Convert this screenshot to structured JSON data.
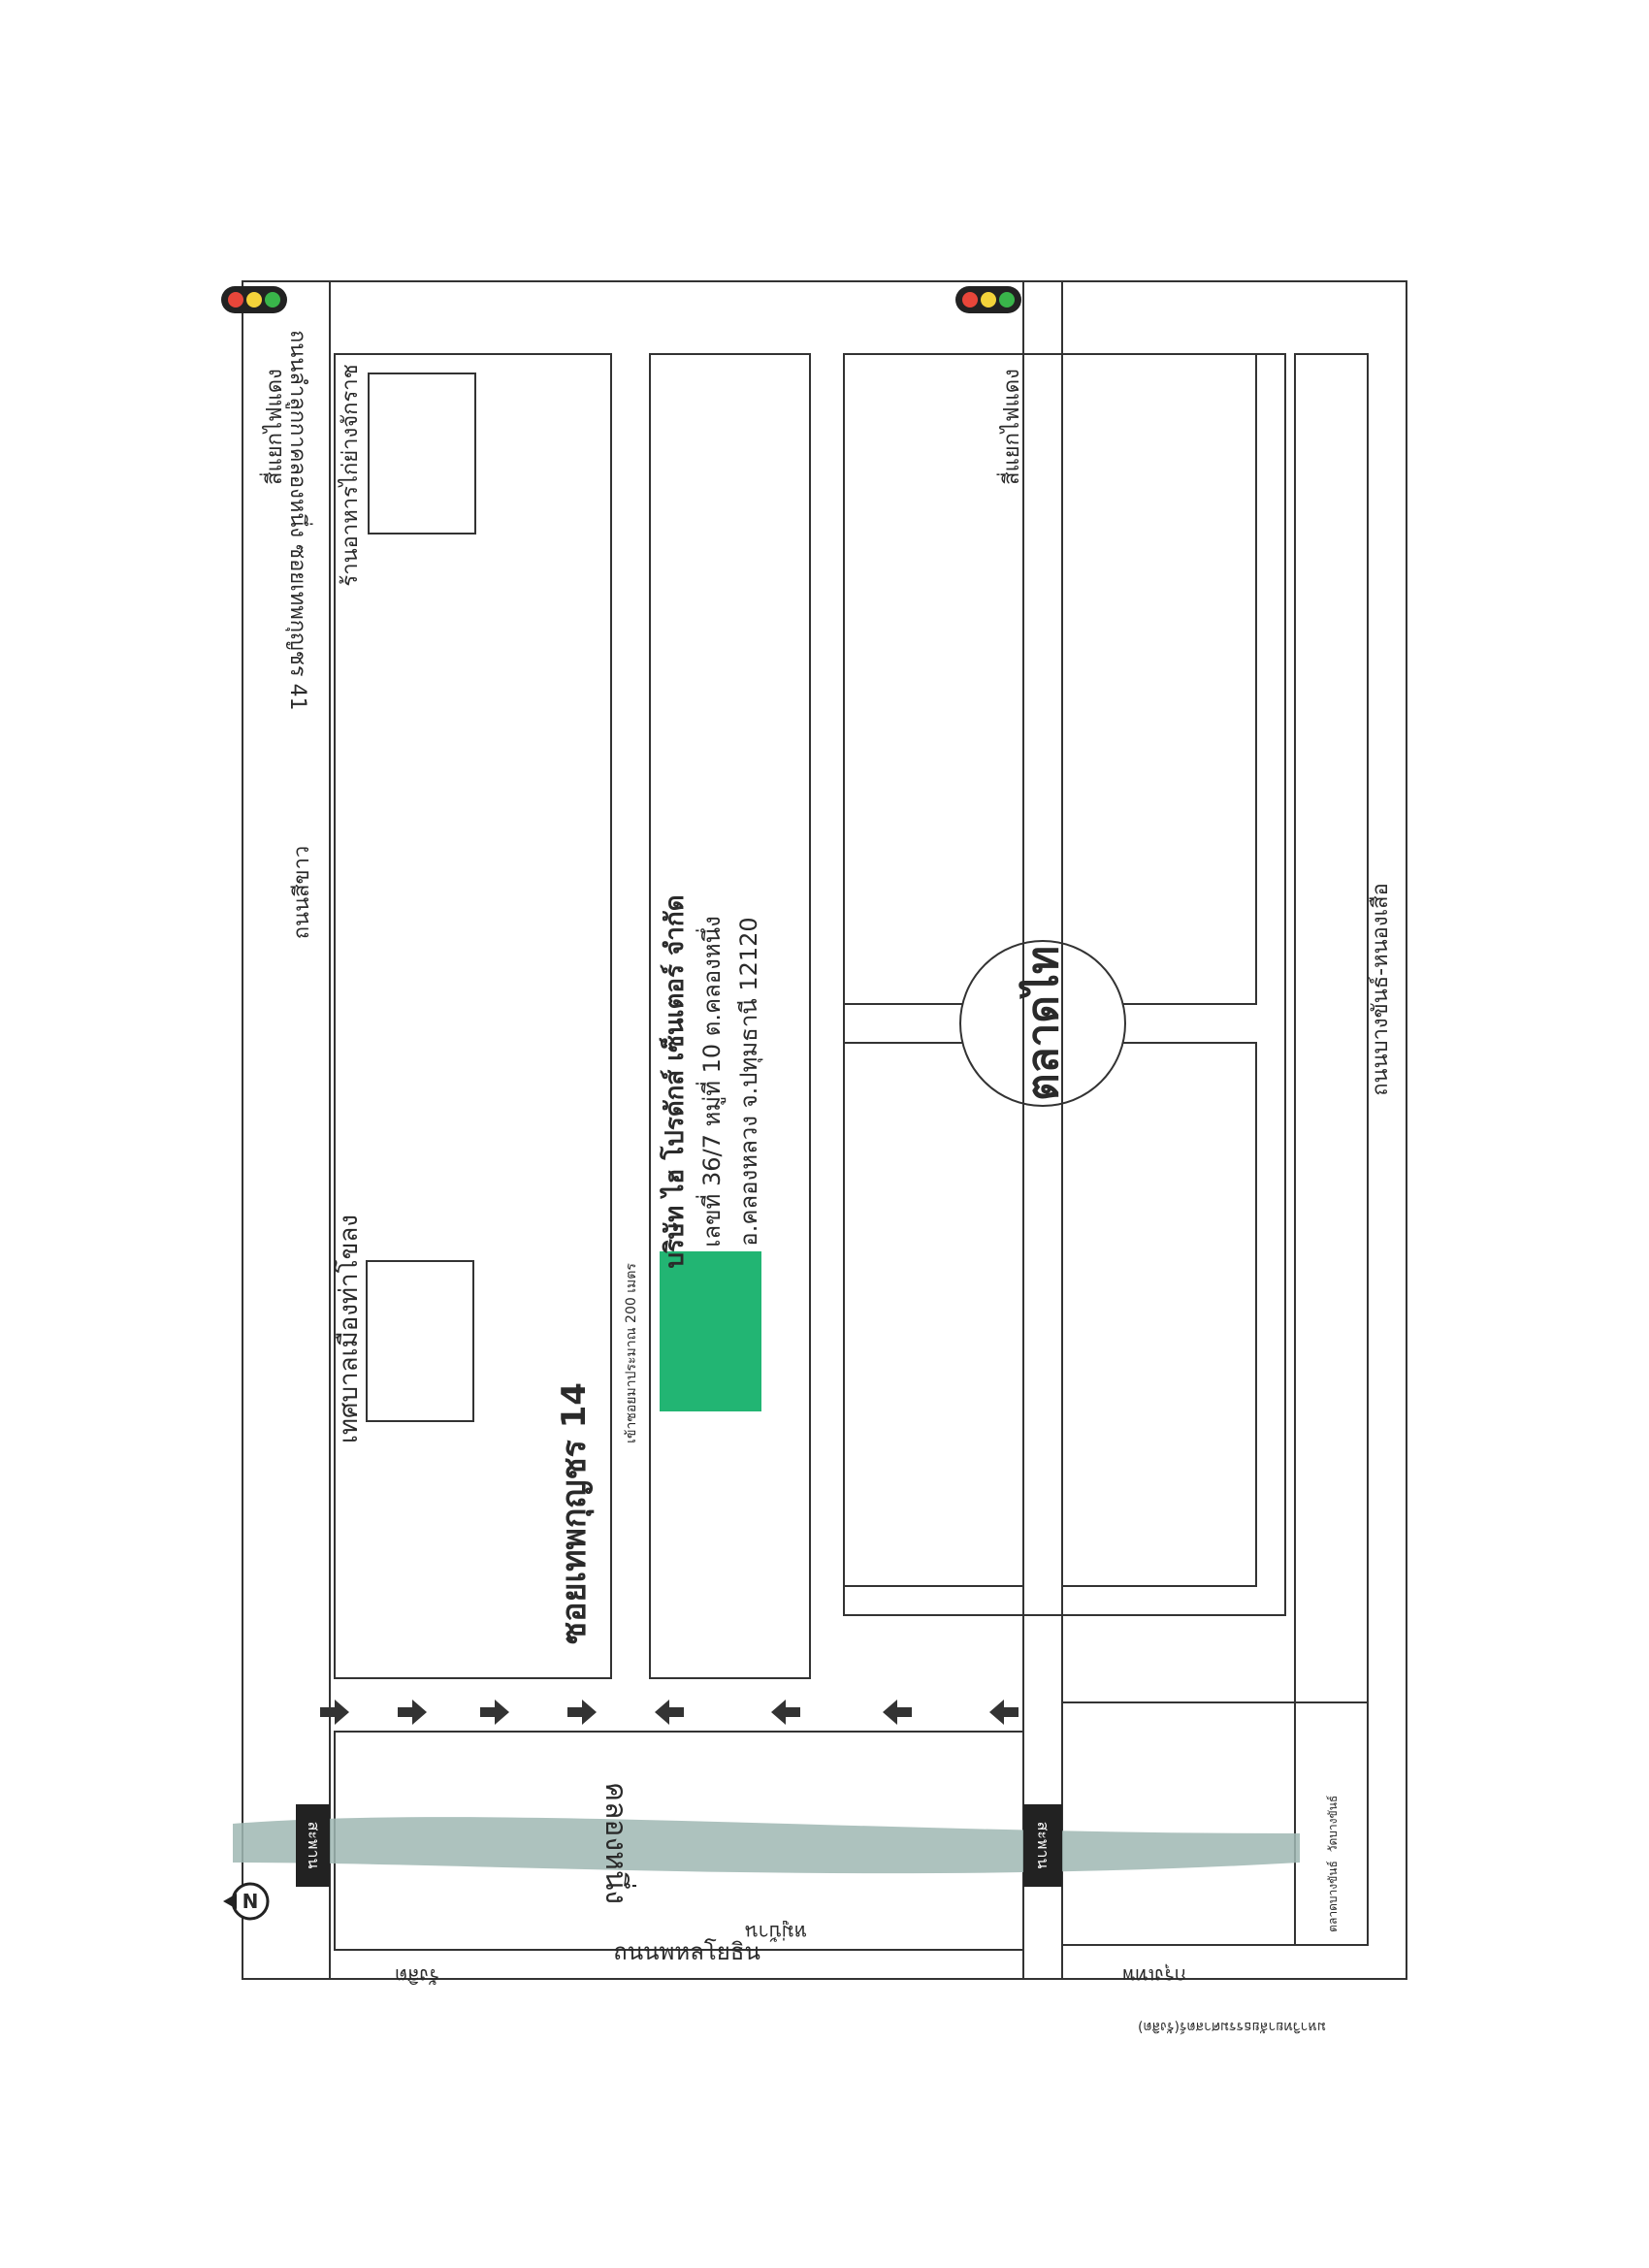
{
  "roads": {
    "top": "ถนนลำลูกกาคลองหนึ่ง ซอยเทพกุญชร 41",
    "left": "ถนนสีขาว",
    "right": "ถนนบางขันธ์-หนองเสือ",
    "bottom": "ถนนพหลโยธิน",
    "soi": "ซอยเทพกุญชร 14"
  },
  "labels": {
    "intersection_left": "สี่แยกไฟแดง",
    "intersection_right": "สี่แยกไฟแดง",
    "restaurant": "ร้านอาหารไก่ย่างจักราช",
    "municipality": "เทศบาลเมืองท่าโขลง",
    "market": "ตลาดไท",
    "canal": "คลองหนึ่ง",
    "bridge_top": "สะพาน",
    "bridge_bottom": "สะพาน",
    "village": "หมู่บ้าน",
    "direction_rangsit": "รังสิต",
    "direction_bangkok": "กรุงเทพ",
    "north": "N",
    "soi_note": "เข้าซอยมาประมาณ 200 เมตร",
    "uni": "มหาวิทยาลัยธรรมศาสตร์(รังสิต)",
    "small_box_1": "ตลาดบางขันธ์",
    "small_box_2": "วัดบางขันธ์"
  },
  "company": {
    "name": "บริษัท ไฮ โปรดักส์ เซ็นเตอร์ จำกัด",
    "address1": "เลขที่ 36/7 หมู่ที่ 10 ต.คลองหนึ่ง",
    "address2": "อ.คลองหลวง จ.ปทุมธานี 12120"
  },
  "colors": {
    "company_block": "#22b573",
    "canal": "#9fb7b3",
    "light_red": "#e8463a",
    "light_yellow": "#f4d33a",
    "light_green": "#39b54a"
  }
}
